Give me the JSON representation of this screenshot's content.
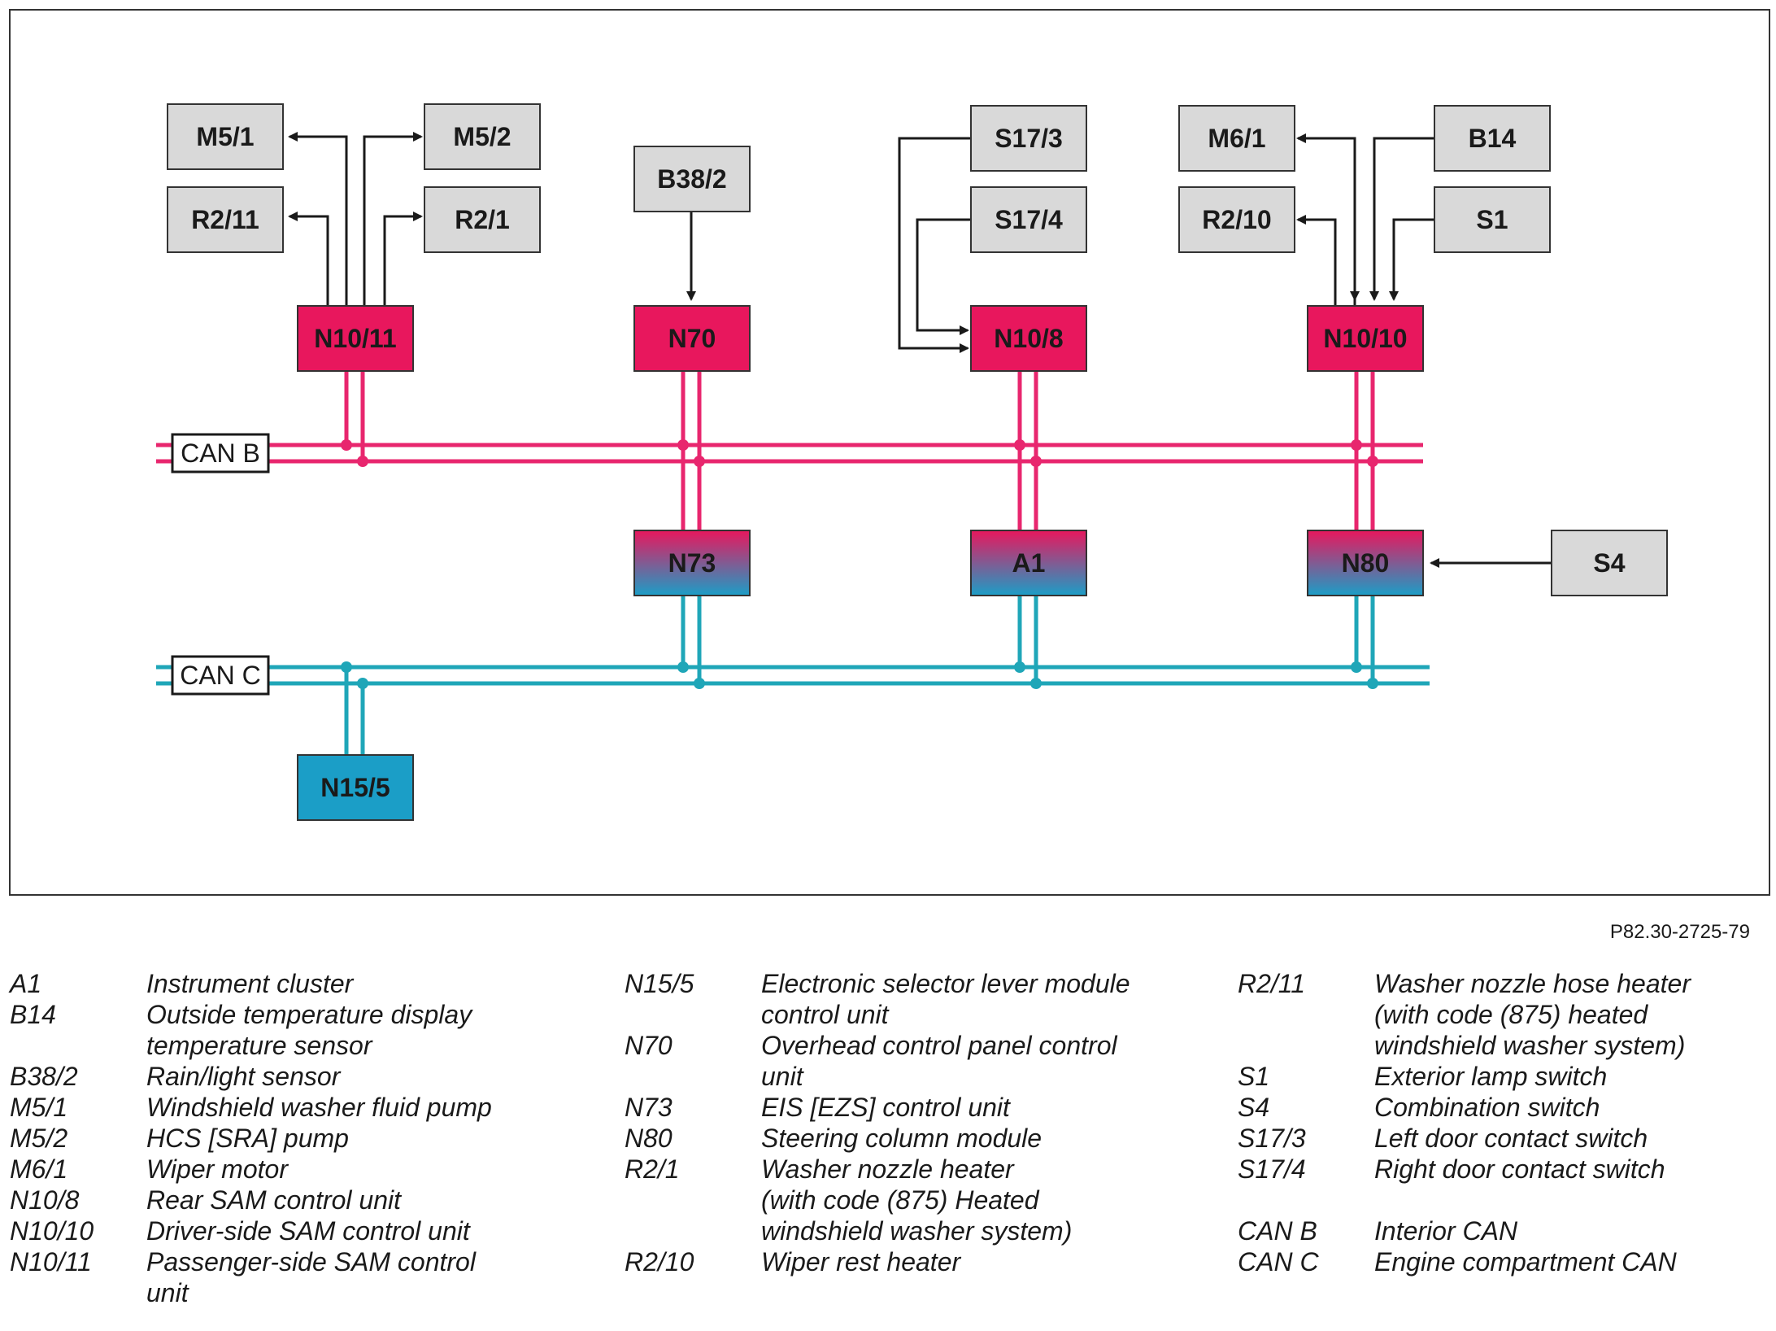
{
  "colors": {
    "can_b": "#e8266e",
    "can_c": "#1fa6b8",
    "box_gray": "#d9d9d9",
    "box_pink": "#e8175d",
    "box_blue": "#1b9ec7",
    "outline": "#333333"
  },
  "diagram": {
    "buses": {
      "can_b": "CAN B",
      "can_c": "CAN C"
    },
    "nodes": {
      "m5_1": "M5/1",
      "m5_2": "M5/2",
      "r2_11": "R2/11",
      "r2_1": "R2/1",
      "n10_11": "N10/11",
      "b38_2": "B38/2",
      "n70": "N70",
      "s17_3": "S17/3",
      "s17_4": "S17/4",
      "n10_8": "N10/8",
      "m6_1": "M6/1",
      "b14": "B14",
      "r2_10": "R2/10",
      "s1": "S1",
      "n10_10": "N10/10",
      "n73": "N73",
      "a1": "A1",
      "n80": "N80",
      "s4": "S4",
      "n15_5": "N15/5"
    },
    "figure_id": "P82.30-2725-79"
  },
  "legend": {
    "col1": [
      {
        "code": "A1",
        "desc": [
          "Instrument cluster"
        ]
      },
      {
        "code": "B14",
        "desc": [
          "Outside temperature display",
          "temperature sensor"
        ]
      },
      {
        "code": "B38/2",
        "desc": [
          "Rain/light sensor"
        ]
      },
      {
        "code": "M5/1",
        "desc": [
          "Windshield washer fluid pump"
        ]
      },
      {
        "code": "M5/2",
        "desc": [
          "HCS [SRA] pump"
        ]
      },
      {
        "code": "M6/1",
        "desc": [
          "Wiper motor"
        ]
      },
      {
        "code": "N10/8",
        "desc": [
          "Rear SAM control unit"
        ]
      },
      {
        "code": "N10/10",
        "desc": [
          "Driver-side SAM control unit"
        ]
      },
      {
        "code": "N10/11",
        "desc": [
          "Passenger-side SAM control",
          "unit"
        ]
      }
    ],
    "col2": [
      {
        "code": "N15/5",
        "desc": [
          "Electronic selector lever module",
          "control unit"
        ]
      },
      {
        "code": "N70",
        "desc": [
          "Overhead control panel control",
          "unit"
        ]
      },
      {
        "code": "N73",
        "desc": [
          "EIS [EZS] control unit"
        ]
      },
      {
        "code": "N80",
        "desc": [
          "Steering column module"
        ]
      },
      {
        "code": "R2/1",
        "desc": [
          "Washer nozzle heater",
          "(with code (875) Heated",
          "windshield washer system)"
        ]
      },
      {
        "code": "R2/10",
        "desc": [
          "Wiper rest heater"
        ]
      }
    ],
    "col3": [
      {
        "code": "R2/11",
        "desc": [
          "Washer nozzle hose heater",
          "(with code (875) heated",
          "windshield washer system)"
        ]
      },
      {
        "code": "S1",
        "desc": [
          "Exterior lamp switch"
        ]
      },
      {
        "code": "S4",
        "desc": [
          "Combination switch"
        ]
      },
      {
        "code": "S17/3",
        "desc": [
          "Left door contact switch"
        ]
      },
      {
        "code": "S17/4",
        "desc": [
          "Right door contact switch"
        ]
      },
      {
        "code": "",
        "desc": []
      },
      {
        "code": "CAN B",
        "desc": [
          "Interior CAN"
        ]
      },
      {
        "code": "CAN C",
        "desc": [
          "Engine compartment CAN"
        ]
      }
    ]
  }
}
